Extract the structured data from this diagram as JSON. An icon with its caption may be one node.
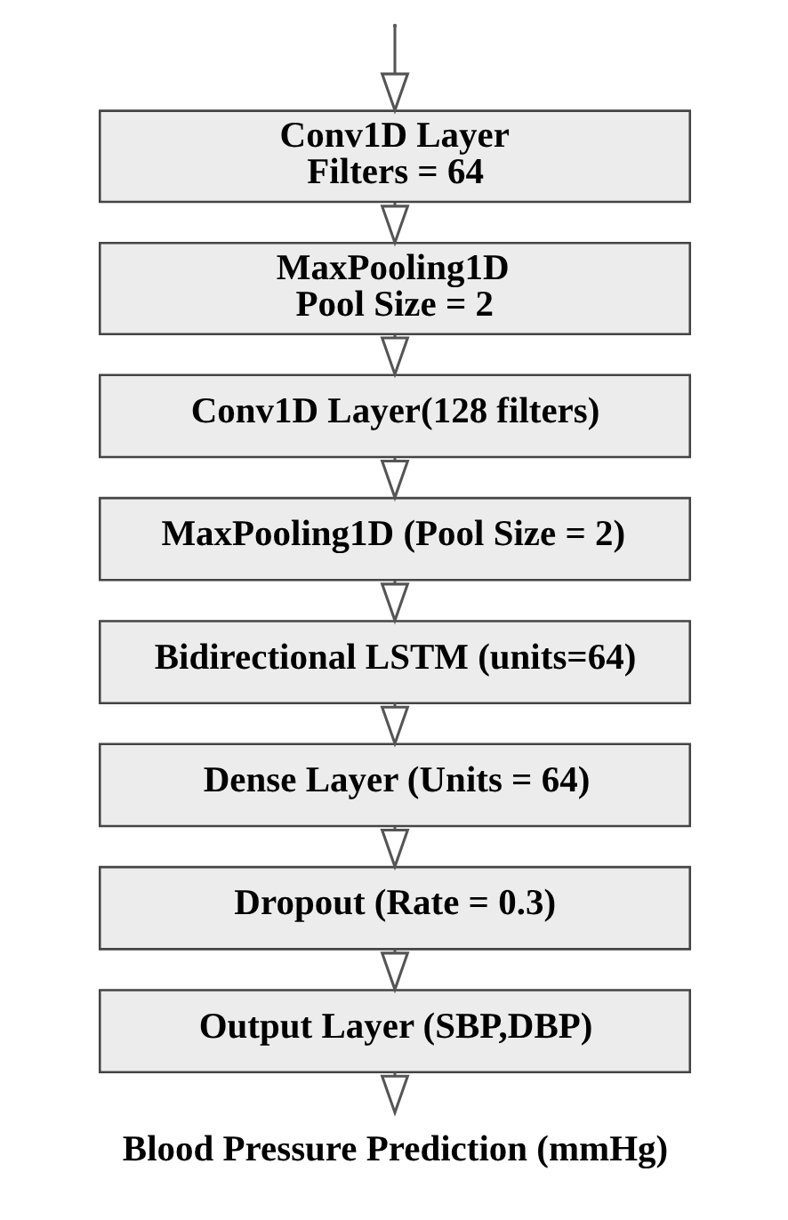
{
  "diagram": {
    "nodes": [
      {
        "text": [
          "Conv1D Layer",
          "Filters = 64"
        ]
      },
      {
        "text": [
          "MaxPooling1D",
          "Pool Size = 2"
        ]
      },
      {
        "text": [
          "Conv1D Layer(128 filters)"
        ]
      },
      {
        "text": [
          "MaxPooling1D (Pool Size = 2)"
        ]
      },
      {
        "text": [
          "Bidirectional LSTM (units=64)"
        ]
      },
      {
        "text": [
          "Dense Layer (Units = 64)"
        ]
      },
      {
        "text": [
          "Dropout (Rate = 0.3)"
        ]
      },
      {
        "text": [
          "Output Layer (SBP,DBP)"
        ]
      },
      {
        "text": [
          "Blood Pressure Prediction (mmHg)"
        ]
      }
    ],
    "edges": [
      {
        "from": null,
        "to": 0,
        "arrow": "to"
      },
      {
        "from": 0,
        "to": 1,
        "arrow": "to"
      },
      {
        "from": 1,
        "to": 2,
        "arrow": "to"
      },
      {
        "from": 2,
        "to": 3,
        "arrow": "to"
      },
      {
        "from": 3,
        "to": 4,
        "arrow": "to"
      },
      {
        "from": 4,
        "to": 5,
        "arrow": "to"
      },
      {
        "from": 5,
        "to": 6,
        "arrow": "to"
      },
      {
        "from": 6,
        "to": 7,
        "arrow": "to"
      },
      {
        "from": 7,
        "to": 8,
        "arrow": "to"
      }
    ]
  }
}
